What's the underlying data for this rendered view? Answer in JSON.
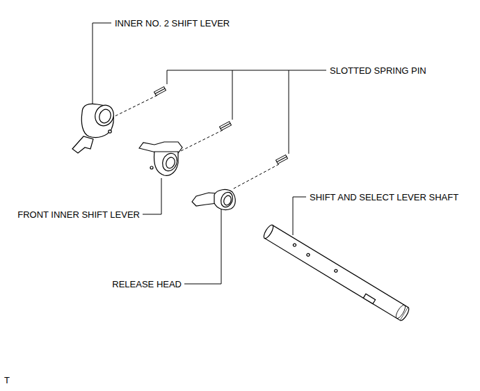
{
  "diagram": {
    "labels": [
      "INNER NO. 2 SHIFT LEVER",
      "SLOTTED SPRING PIN",
      "FRONT INNER SHIFT LEVER",
      "RELEASE HEAD",
      "SHIFT AND SELECT LEVER SHAFT",
      "T"
    ]
  }
}
